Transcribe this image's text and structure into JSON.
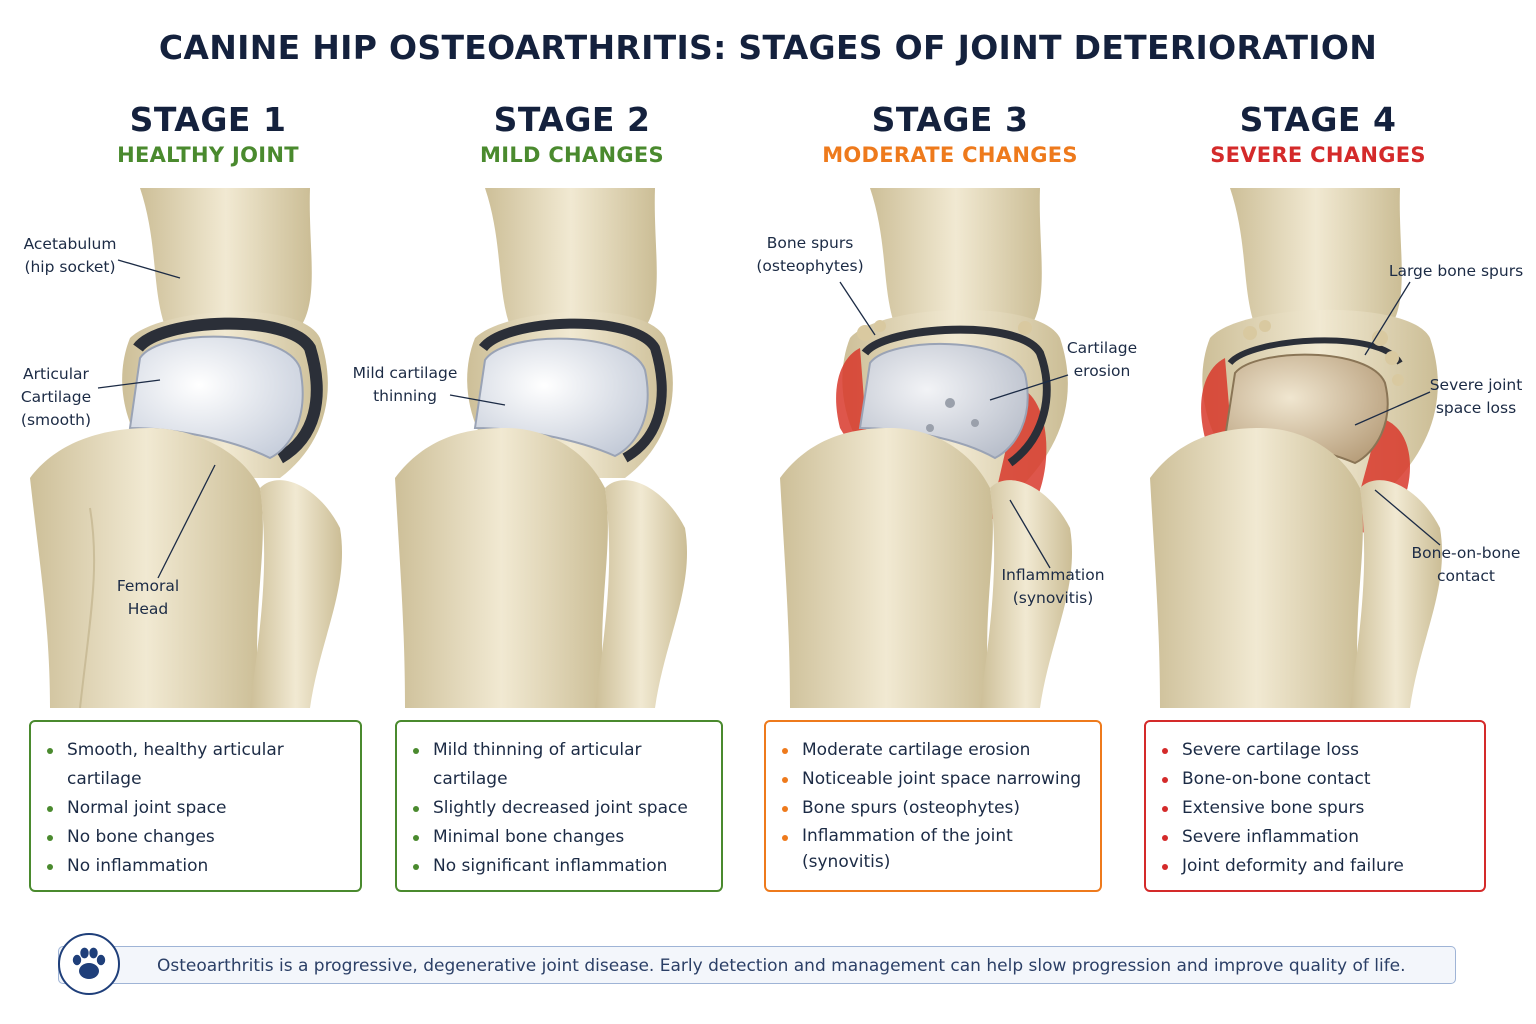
{
  "title": "CANINE HIP OSTEOARTHRITIS: STAGES OF JOINT DETERIORATION",
  "colors": {
    "stage1": "#4a8a2e",
    "stage2": "#4a8a2e",
    "stage3": "#ee7a1c",
    "stage4": "#d42a2a",
    "title": "#14213d",
    "bone": "#e8dcbc",
    "cartilage": "#dfe4ee",
    "inflammation": "#d8382c"
  },
  "stages": [
    {
      "number": "STAGE 1",
      "subtitle": "HEALTHY JOINT",
      "labels": {
        "acetabulum": "Acetabulum\n(hip socket)",
        "cartilage": "Articular\nCartilage\n(smooth)",
        "femoral_head": "Femoral\nHead"
      },
      "bullets": [
        "Smooth, healthy articular cartilage",
        "Normal joint space",
        "No bone changes",
        "No inflammation"
      ]
    },
    {
      "number": "STAGE 2",
      "subtitle": "MILD CHANGES",
      "labels": {
        "thinning": "Mild cartilage\nthinning"
      },
      "bullets": [
        "Mild thinning of articular cartilage",
        "Slightly decreased joint space",
        "Minimal bone changes",
        "No significant inflammation"
      ]
    },
    {
      "number": "STAGE 3",
      "subtitle": "MODERATE CHANGES",
      "labels": {
        "spurs": "Bone spurs\n(osteophytes)",
        "erosion": "Cartilage\nerosion",
        "inflammation": "Inflammation\n(synovitis)"
      },
      "bullets": [
        "Moderate cartilage erosion",
        "Noticeable joint space narrowing",
        "Bone spurs (osteophytes)",
        "Inflammation of the joint\n(synovitis)"
      ]
    },
    {
      "number": "STAGE 4",
      "subtitle": "SEVERE CHANGES",
      "labels": {
        "large_spurs": "Large bone spurs",
        "space_loss": "Severe joint\nspace loss",
        "contact": "Bone-on-bone\ncontact"
      },
      "bullets": [
        "Severe cartilage loss",
        "Bone-on-bone contact",
        "Extensive bone spurs",
        "Severe inflammation",
        "Joint deformity and failure"
      ]
    }
  ],
  "footer": {
    "icon": "paw-icon",
    "text": "Osteoarthritis is a progressive, degenerative joint disease. Early detection and management can help slow progression and improve quality of life."
  }
}
